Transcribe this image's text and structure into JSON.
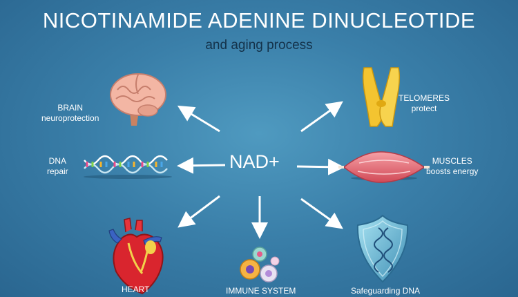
{
  "title": "NICOTINAMIDE ADENINE DINUCLEOTIDE",
  "subtitle": "and aging process",
  "center_label": "NAD+",
  "nodes": {
    "brain": {
      "title": "BRAIN",
      "subtitle": "neuroprotection",
      "icon": "brain-icon"
    },
    "telomeres": {
      "title": "TELOMERES",
      "subtitle": "protect",
      "icon": "chromosome-icon"
    },
    "dna": {
      "title": "DNA",
      "subtitle": "repair",
      "icon": "dna-helix-icon"
    },
    "muscles": {
      "title": "MUSCLES",
      "subtitle": "boosts energy",
      "icon": "muscle-icon"
    },
    "heart": {
      "title": "HEART",
      "icon": "heart-icon"
    },
    "immune": {
      "title": "IMMUNE SYSTEM",
      "icon": "immune-cells-icon"
    },
    "safeguard": {
      "title": "Safeguarding DNA",
      "icon": "dna-shield-icon"
    }
  },
  "colors": {
    "background": "#3a7fa9",
    "title": "#ffffff",
    "subtitle": "#14324a",
    "arrow": "#ffffff"
  }
}
